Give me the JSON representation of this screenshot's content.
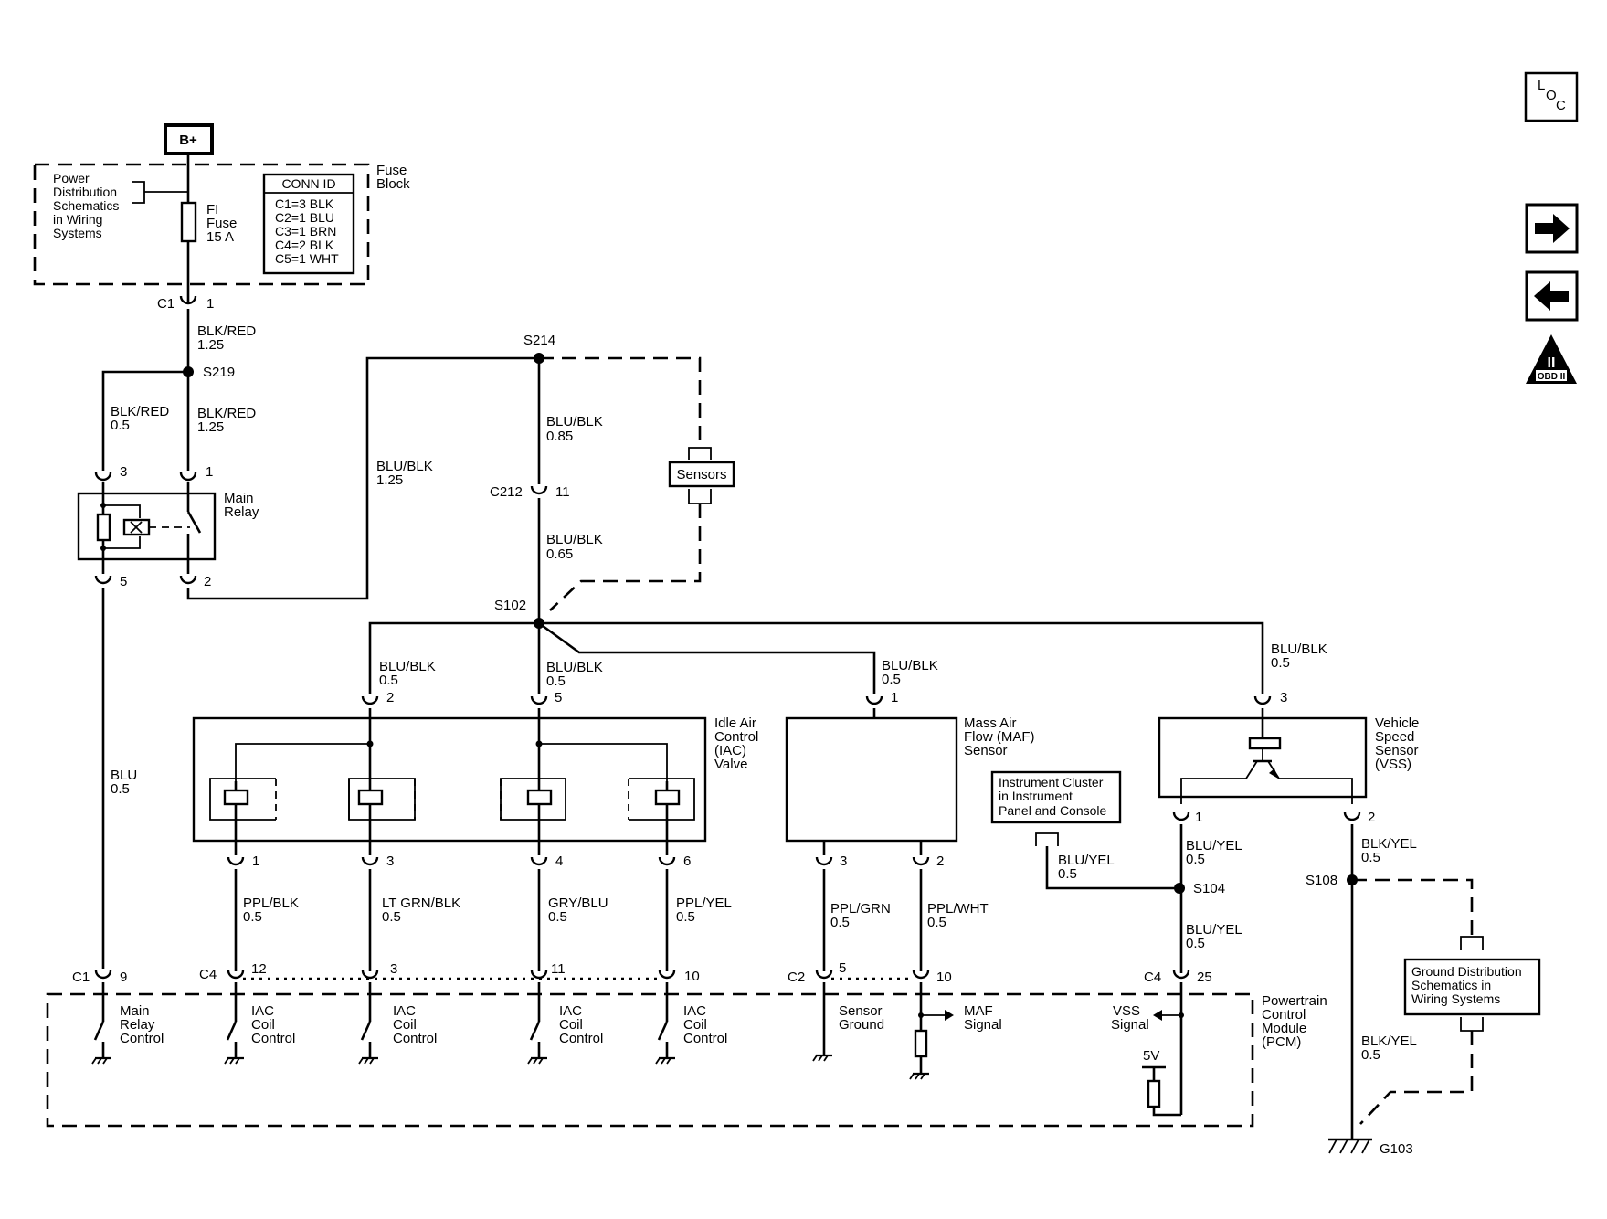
{
  "power": {
    "bplus": "B+"
  },
  "fuse_block": {
    "title_l1": "Fuse",
    "title_l2": "Block",
    "pd_ref": [
      "Power",
      "Distribution",
      "Schematics",
      "in Wiring",
      "Systems"
    ],
    "fuse_l1": "FI",
    "fuse_l2": "Fuse",
    "fuse_l3": "15 A",
    "conn_id_title": "CONN ID",
    "conn_ids": [
      "C1=3 BLK",
      "C2=1 BLU",
      "C3=1 BRN",
      "C4=2 BLK",
      "C5=1 WHT"
    ]
  },
  "connectors": {
    "c1_top": "C1",
    "c1_top_pin": "1",
    "c212": "C212",
    "c212_pin": "11",
    "relay_pin3": "3",
    "relay_pin1": "1",
    "relay_pin5": "5",
    "relay_pin2": "2",
    "iac_pin_top_a": "2",
    "iac_pin_top_b": "5",
    "maf_pin_top": "1",
    "vss_pin_top": "3",
    "iac_pin_b1": "1",
    "iac_pin_b2": "3",
    "iac_pin_b3": "4",
    "iac_pin_b4": "6",
    "maf_pin_b1": "3",
    "maf_pin_b2": "2",
    "vss_pin_b1": "1",
    "vss_pin_b2": "2",
    "pcm_c1": "C1",
    "pcm_c1_pin": "9",
    "pcm_c4": "C4",
    "pcm_c4_p12": "12",
    "pcm_c4_p3": "3",
    "pcm_c4_p11": "11",
    "pcm_c4_p10": "10",
    "pcm_c2": "C2",
    "pcm_c2_p5": "5",
    "pcm_c2_p10": "10",
    "pcm_c4b": "C4",
    "pcm_c4b_p25": "25"
  },
  "splices": {
    "s214": "S214",
    "s219": "S219",
    "s102": "S102",
    "s104": "S104",
    "s108": "S108",
    "g103": "G103"
  },
  "wires": {
    "w_blkred_125_a": [
      "BLK/RED",
      "1.25"
    ],
    "w_blkred_05": [
      "BLK/RED",
      "0.5"
    ],
    "w_blkred_125_b": [
      "BLK/RED",
      "1.25"
    ],
    "w_blublk_125": [
      "BLU/BLK",
      "1.25"
    ],
    "w_blublk_085": [
      "BLU/BLK",
      "0.85"
    ],
    "w_blublk_065": [
      "BLU/BLK",
      "0.65"
    ],
    "w_blu_05": [
      "BLU",
      "0.5"
    ],
    "w_iac_a": [
      "BLU/BLK",
      "0.5"
    ],
    "w_iac_b": [
      "BLU/BLK",
      "0.5"
    ],
    "w_maf": [
      "BLU/BLK",
      "0.5"
    ],
    "w_vss": [
      "BLU/BLK",
      "0.5"
    ],
    "w_pplblk": [
      "PPL/BLK",
      "0.5"
    ],
    "w_ltgrn": [
      "LT GRN/BLK",
      "0.5"
    ],
    "w_grybl": [
      "GRY/BLU",
      "0.5"
    ],
    "w_pplyel": [
      "PPL/YEL",
      "0.5"
    ],
    "w_pplgrn": [
      "PPL/GRN",
      "0.5"
    ],
    "w_pplwht": [
      "PPL/WHT",
      "0.5"
    ],
    "w_bluyel_a": [
      "BLU/YEL",
      "0.5"
    ],
    "w_bluyel_ic": [
      "BLU/YEL",
      "0.5"
    ],
    "w_bluyel_b": [
      "BLU/YEL",
      "0.5"
    ],
    "w_blkyel_a": [
      "BLK/YEL",
      "0.5"
    ],
    "w_blkyel_b": [
      "BLK/YEL",
      "0.5"
    ]
  },
  "components": {
    "main_relay": [
      "Main",
      "Relay"
    ],
    "sensors": "Sensors",
    "iac_valve": [
      "Idle Air",
      "Control",
      "(IAC)",
      "Valve"
    ],
    "maf_sensor": [
      "Mass Air",
      "Flow (MAF)",
      "Sensor"
    ],
    "vss": [
      "Vehicle",
      "Speed",
      "Sensor",
      "(VSS)"
    ],
    "instrument_cluster": [
      "Instrument Cluster",
      "in Instrument",
      "Panel and Console"
    ],
    "ground_dist": [
      "Ground Distribution",
      "Schematics in",
      "Wiring Systems"
    ],
    "pcm": [
      "Powertrain",
      "Control",
      "Module",
      "(PCM)"
    ]
  },
  "pcm_circuits": {
    "main_relay_ctrl": [
      "Main",
      "Relay",
      "Control"
    ],
    "iac_ctrl": [
      "IAC",
      "Coil",
      "Control"
    ],
    "sensor_ground": [
      "Sensor",
      "Ground"
    ],
    "maf_signal": [
      "MAF",
      "Signal"
    ],
    "vss_signal": [
      "VSS",
      "Signal"
    ],
    "five_v": "5V"
  },
  "nav": {
    "loc_l": "L",
    "loc_o": "O",
    "loc_c": "C",
    "obd_numeral": "II",
    "obd_label": "OBD II"
  }
}
